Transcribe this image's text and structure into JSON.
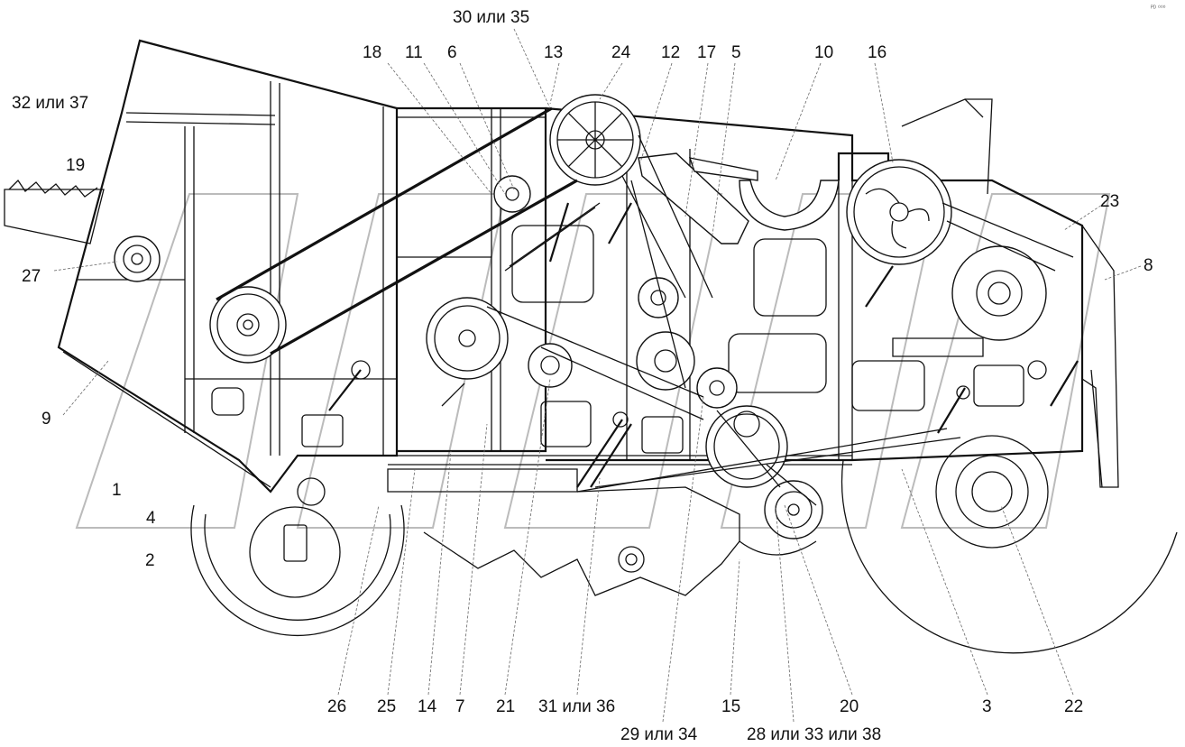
{
  "corner_mark": "ᴾᴰ ⁰⁰⁰",
  "labels": {
    "l1": "1",
    "l2": "2",
    "l3": "3",
    "l4": "4",
    "l5": "5",
    "l6": "6",
    "l7": "7",
    "l8": "8",
    "l9": "9",
    "l10": "10",
    "l11": "11",
    "l12": "12",
    "l13": "13",
    "l14": "14",
    "l15": "15",
    "l16": "16",
    "l17": "17",
    "l18": "18",
    "l19": "19",
    "l20": "20",
    "l21": "21",
    "l22": "22",
    "l23": "23",
    "l24": "24",
    "l25": "25",
    "l26": "26",
    "l27": "27",
    "l28": "28 или 33 или 38",
    "l29": "29 или 34",
    "l30": "30 или 35",
    "l31": "31 или 36",
    "l32": "32 или 37"
  }
}
